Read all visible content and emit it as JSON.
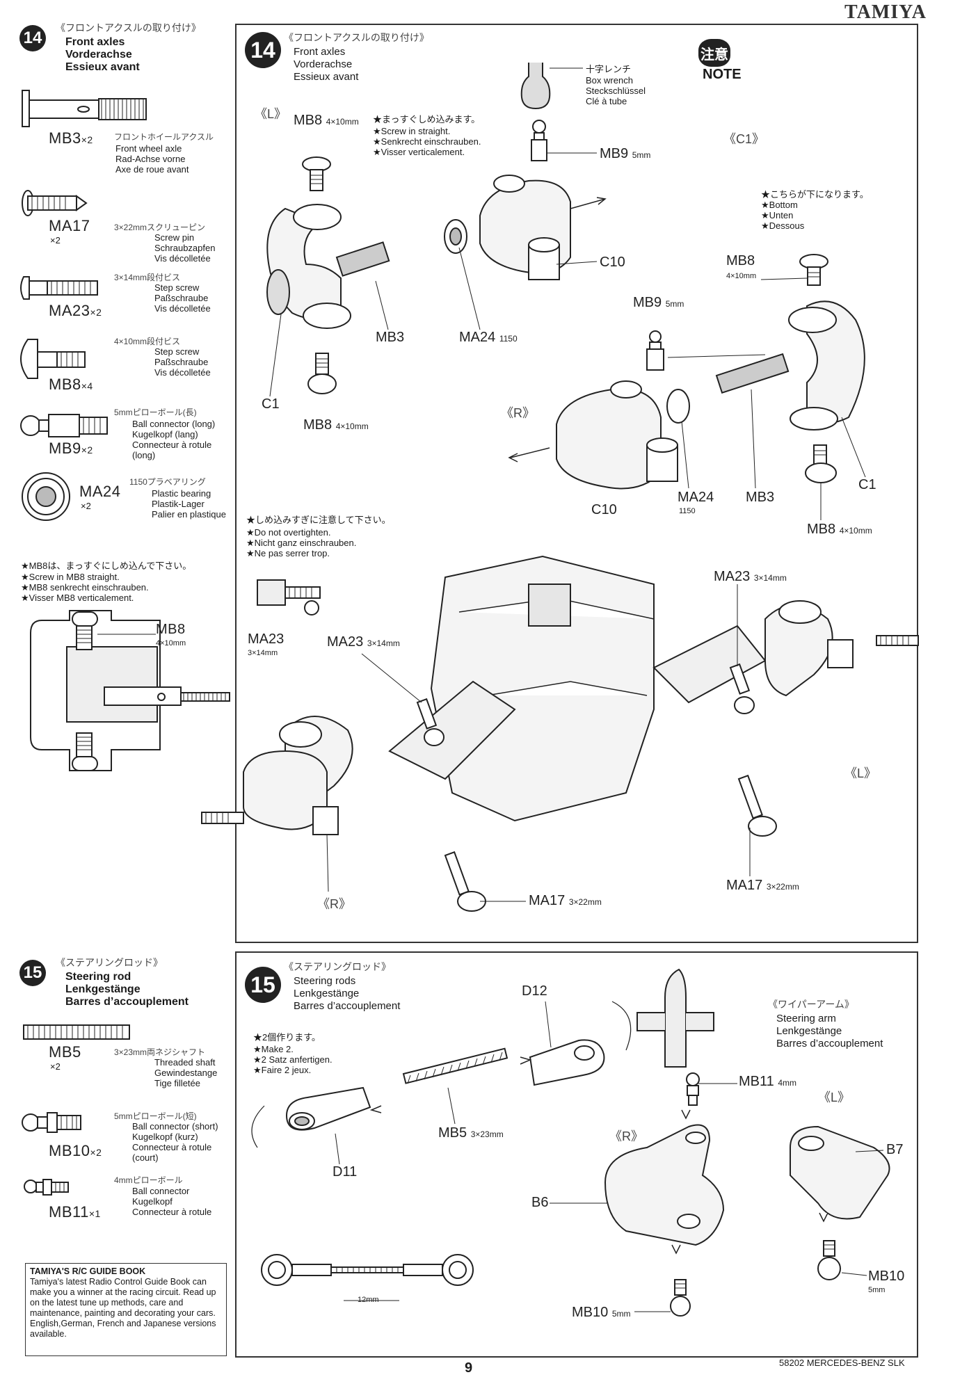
{
  "brand": "TAMIYA",
  "page_number": "9",
  "model": "58202 MERCEDES-BENZ SLK",
  "step14": {
    "number": "14",
    "jp_title": "《フロントアクスルの取り付け》",
    "title_en": "Front axles",
    "title_de": "Vorderachse",
    "title_fr": "Essieux avant",
    "parts": [
      {
        "code": "MB3",
        "qty": "×2",
        "jp": "フロントホイールアクスル",
        "en": "Front wheel axle",
        "de": "Rad-Achse vorne",
        "fr": "Axe de roue avant"
      },
      {
        "code": "MA17",
        "qty": "×2",
        "jp": "3×22mmスクリューピン",
        "en": "Screw pin",
        "de": "Schraubzapfen",
        "fr": "Vis décolletée"
      },
      {
        "code": "MA23",
        "qty": "×2",
        "jp": "3×14mm段付ビス",
        "en": "Step screw",
        "de": "Paßschraube",
        "fr": "Vis décolletée"
      },
      {
        "code": "MB8",
        "qty": "×4",
        "jp": "4×10mm段付ビス",
        "en": "Step screw",
        "de": "Paßschraube",
        "fr": "Vis décolletée"
      },
      {
        "code": "MB9",
        "qty": "×2",
        "jp": "5mmピローボール(長)",
        "en": "Ball connector (long)",
        "de": "Kugelkopf (lang)",
        "fr": "Connecteur à rotule",
        "fr2": "(long)"
      },
      {
        "code": "MA24",
        "qty": "×2",
        "jp": "1150プラベアリング",
        "en": "Plastic bearing",
        "de": "Plastik-Lager",
        "fr": "Palier en plastique"
      }
    ],
    "mb8_note": {
      "jp": "★MB8は、まっすぐにしめ込んで下さい。",
      "en": "★Screw in MB8 straight.",
      "de": "★MB8 senkrecht einschrauben.",
      "fr": "★Visser MB8 verticalement."
    },
    "mb8_callout": "MB8",
    "mb8_callout_size": "4×10mm",
    "panel": {
      "jp_title": "《フロントアクスルの取り付け》",
      "title_en": "Front axles",
      "title_de": "Vorderachse",
      "title_fr": "Essieux avant",
      "box_wrench": {
        "jp": "十字レンチ",
        "en": "Box wrench",
        "de": "Steckschlüssel",
        "fr": "Clé à tube"
      },
      "note_jp": "注意",
      "note_en": "NOTE",
      "c1_label": "《C1》",
      "bottom_note": {
        "jp": "★こちらが下になります。",
        "en": "★Bottom",
        "de": "★Unten",
        "fr": "★Dessous"
      },
      "left_label": "《L》",
      "right_label": "《R》",
      "screw_note": {
        "jp": "★まっすぐしめ込みます。",
        "en": "★Screw in straight.",
        "de": "★Senkrecht einschrauben.",
        "fr": "★Visser verticalement."
      },
      "tight_note": {
        "jp": "★しめ込みすぎに注意して下さい。",
        "en": "★Do not overtighten.",
        "de": "★Nicht ganz einschrauben.",
        "fr": "★Ne pas serrer trop."
      },
      "labels": {
        "mb8": "MB8",
        "mb8_size": "4×10mm",
        "mb9": "MB9",
        "mb9_size": "5mm",
        "c10": "C10",
        "mb3": "MB3",
        "ma24": "MA24",
        "ma24_size": "1150",
        "c1": "C1",
        "ma23": "MA23",
        "ma23_size": "3×14mm",
        "ma17": "MA17",
        "ma17_size": "3×22mm"
      }
    }
  },
  "step15": {
    "number": "15",
    "jp_title": "《ステアリングロッド》",
    "title_en": "Steering rod",
    "title_de": "Lenkgestänge",
    "title_fr": "Barres d’accouplement",
    "parts": [
      {
        "code": "MB5",
        "qty": "×2",
        "jp": "3×23mm両ネジシャフト",
        "en": "Threaded shaft",
        "de": "Gewindestange",
        "fr": "Tige filletée"
      },
      {
        "code": "MB10",
        "qty": "×2",
        "jp": "5mmピローボール(短)",
        "en": "Ball connector (short)",
        "de": "Kugelkopf (kurz)",
        "fr": "Connecteur à rotule",
        "fr2": "(court)"
      },
      {
        "code": "MB11",
        "qty": "×1",
        "jp": "4mmピローボール",
        "en": "Ball connector",
        "de": "Kugelkopf",
        "fr": "Connecteur à rotule"
      }
    ],
    "guide": {
      "title": "TAMIYA'S R/C GUIDE BOOK",
      "body": "Tamiya's latest Radio Control Guide Book can make you a winner at the racing circuit. Read up on the latest tune up methods, care and maintenance, painting and decorating your cars. English,German, French and Japanese versions available."
    },
    "panel": {
      "jp_title": "《ステアリングロッド》",
      "title_en": "Steering rods",
      "title_de": "Lenkgestänge",
      "title_fr": "Barres d’accouplement",
      "make_note": {
        "jp": "★2個作ります。",
        "en": "★Make 2.",
        "de": "★2 Satz anfertigen.",
        "fr": "★Faire 2 jeux."
      },
      "wiper": {
        "jp": "《ワイパーアーム》",
        "en": "Steering arm",
        "de": "Lenkgestänge",
        "fr": "Barres d’accouplement"
      },
      "labels": {
        "d12": "D12",
        "d11": "D11",
        "mb5": "MB5",
        "mb5_size": "3×23mm",
        "mb11": "MB11",
        "mb11_size": "4mm",
        "r": "《R》",
        "l": "《L》",
        "b6": "B6",
        "b7": "B7",
        "mb10": "MB10",
        "mb10_size": "5mm",
        "dim": "12mm"
      }
    }
  }
}
